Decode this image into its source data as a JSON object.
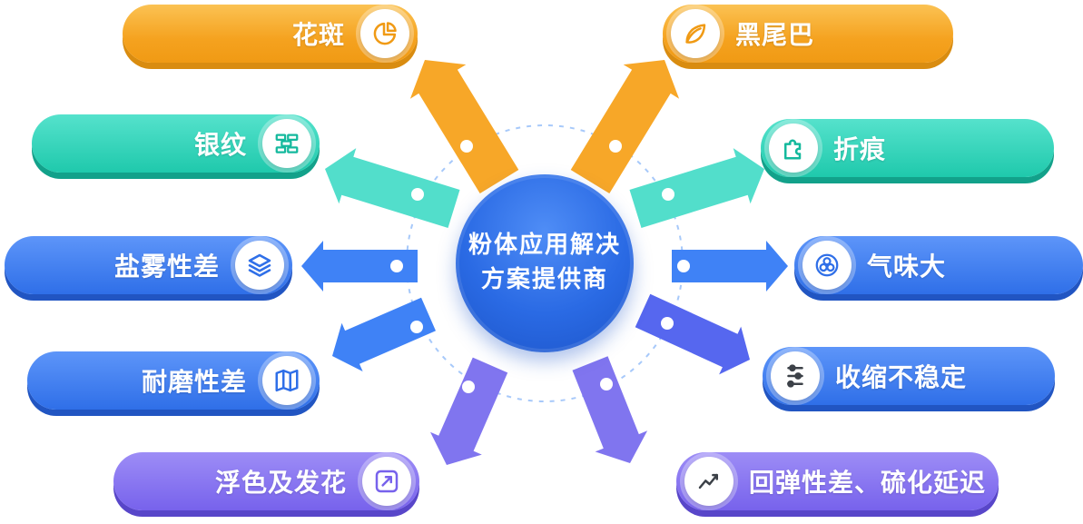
{
  "center": {
    "line1": "粉体应用解决",
    "line2": "方案提供商",
    "color": "#2A6AE4"
  },
  "nodes": [
    {
      "label": "花斑",
      "icon": "pie-chart-icon",
      "color": "#F5A21F"
    },
    {
      "label": "黑尾巴",
      "icon": "leaf-icon",
      "color": "#F5A21F"
    },
    {
      "label": "银纹",
      "icon": "brick-wall-icon",
      "color": "#1FC9AC"
    },
    {
      "label": "折痕",
      "icon": "puzzle-icon",
      "color": "#1FC9AC"
    },
    {
      "label": "盐雾性差",
      "icon": "layers-icon",
      "color": "#2F6FE8"
    },
    {
      "label": "气味大",
      "icon": "circles-icon",
      "color": "#2F6FE8"
    },
    {
      "label": "耐磨性差",
      "icon": "map-icon",
      "color": "#2F6FE8"
    },
    {
      "label": "收缩不稳定",
      "icon": "sliders-icon",
      "color": "#2F6FE8"
    },
    {
      "label": "浮色及发花",
      "icon": "trend-arrow-icon",
      "color": "#7762EC"
    },
    {
      "label": "回弹性差、硫化延迟",
      "icon": "line-chart-icon",
      "color": "#7762EC"
    }
  ]
}
